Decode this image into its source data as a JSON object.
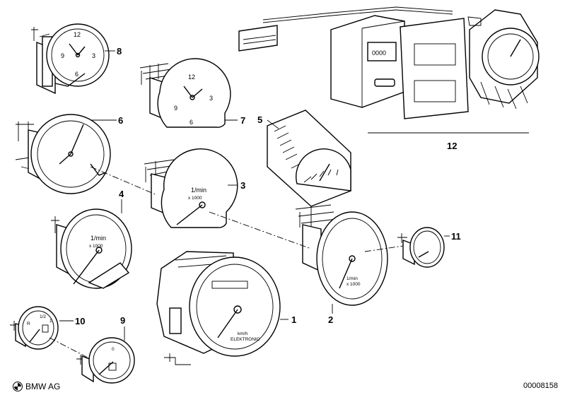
{
  "callouts": {
    "c1": "1",
    "c2": "2",
    "c3": "3",
    "c4": "4",
    "c5": "5",
    "c6": "6",
    "c7": "7",
    "c8": "8",
    "c9": "9",
    "c10": "10",
    "c11": "11",
    "c12": "12"
  },
  "clock8": {
    "n12": "12",
    "n3": "3",
    "n6": "6",
    "n9": "9"
  },
  "clock7": {
    "n12": "12",
    "n3": "3",
    "n6": "6",
    "n9": "9"
  },
  "tacho3": {
    "unit": "1/min",
    "scale": "x 1000"
  },
  "tacho4": {
    "unit": "1/min",
    "scale": "x 1000"
  },
  "tacho2": {
    "unit": "1/min",
    "scale": "x 1000"
  },
  "speedo1": {
    "unit": "km/h",
    "sub": "ELEKTRONIC"
  },
  "fuel10": {
    "r": "R",
    "half": "1/2",
    "one": "1"
  },
  "gauge9": {
    "zero": "0"
  },
  "module12": {
    "display": "0000"
  },
  "footer": {
    "brand": "BMW AG",
    "docnum": "00008158"
  }
}
